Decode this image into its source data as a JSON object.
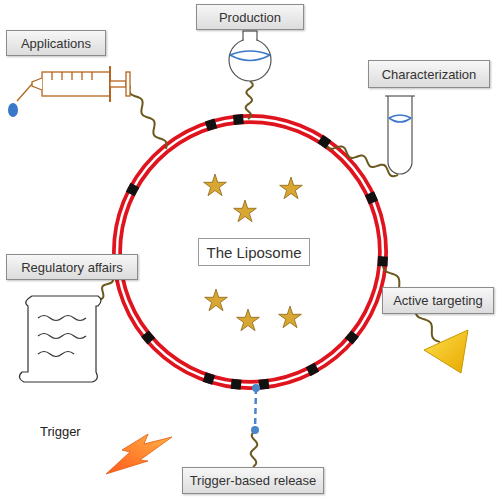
{
  "diagram": {
    "nodes": [
      {
        "text": [
          "Production"
        ]
      },
      {
        "text": [
          "Applications"
        ]
      },
      {
        "text": [
          "Characterization"
        ]
      },
      {
        "text": [
          "The Liposome"
        ]
      },
      {
        "text": [
          "Regulatory affairs"
        ]
      },
      {
        "text": [
          "Active targeting"
        ]
      },
      {
        "text": [
          "Trigger-based release"
        ]
      }
    ],
    "labels": [
      "Trigger"
    ]
  }
}
